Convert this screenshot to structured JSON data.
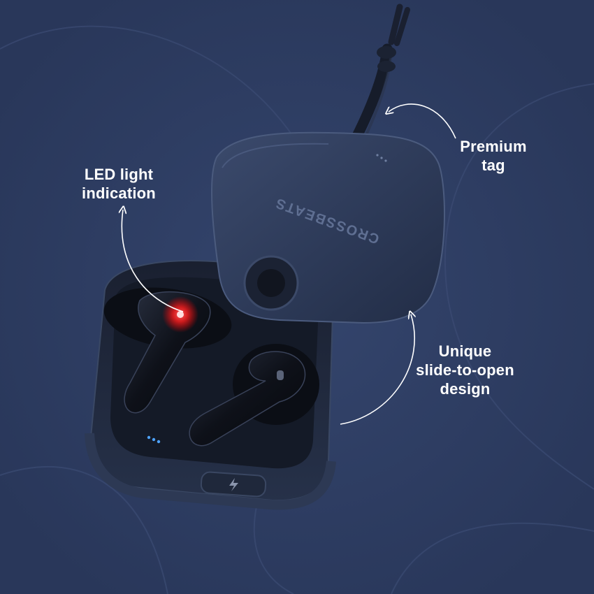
{
  "callouts": {
    "led": {
      "line1": "LED light",
      "line2": "indication"
    },
    "tag": {
      "line1": "Premium",
      "line2": "tag"
    },
    "slide": {
      "line1": "Unique",
      "line2": "slide-to-open",
      "line3": "design"
    }
  },
  "product": {
    "lid_logo_text": "CROSSBEATS"
  },
  "colors": {
    "background": "#2f3e63",
    "case": "#1c2433",
    "lid": "#2c3a57",
    "led": "#ff2a2a",
    "charge_led": "#4ea3ff",
    "text": "#ffffff"
  },
  "icons": [
    "lightning-icon"
  ]
}
